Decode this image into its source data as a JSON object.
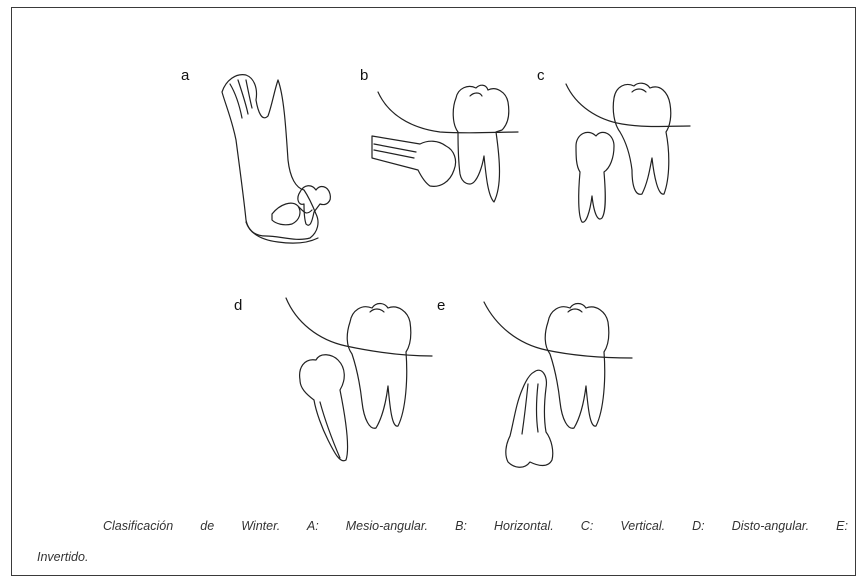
{
  "labels": {
    "a": "a",
    "b": "b",
    "c": "c",
    "d": "d",
    "e": "e"
  },
  "caption": {
    "line1": "Clasificación de Winter. A: Mesio-angular. B: Horizontal. C: Vertical. D: Disto-angular. E:",
    "line2": "Invertido."
  },
  "colors": {
    "border": "#3a3a3a",
    "ink": "#222222",
    "background": "#ffffff"
  }
}
